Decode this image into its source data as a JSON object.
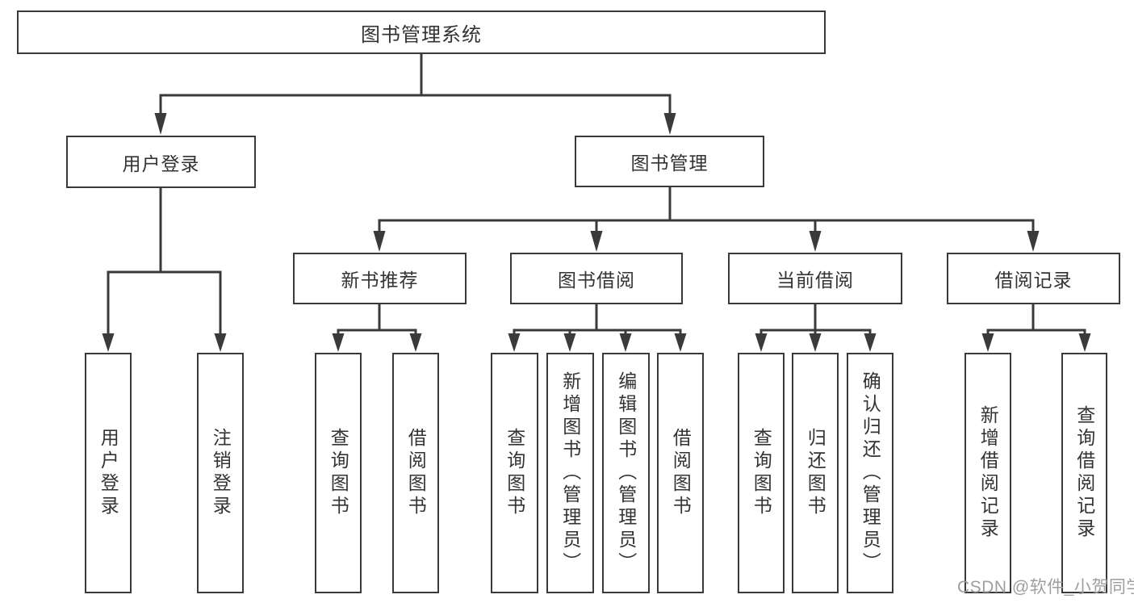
{
  "tree": {
    "label": "图书管理系统",
    "children": [
      {
        "label": "用户登录",
        "children": [
          {
            "label": "用户登录"
          },
          {
            "label": "注销登录"
          }
        ]
      },
      {
        "label": "图书管理",
        "children": [
          {
            "label": "新书推荐",
            "children": [
              {
                "label": "查询图书"
              },
              {
                "label": "借阅图书"
              }
            ]
          },
          {
            "label": "图书借阅",
            "children": [
              {
                "label": "查询图书"
              },
              {
                "label": "新增图书（管理员）"
              },
              {
                "label": "编辑图书（管理员）"
              },
              {
                "label": "借阅图书"
              }
            ]
          },
          {
            "label": "当前借阅",
            "children": [
              {
                "label": "查询图书"
              },
              {
                "label": "归还图书"
              },
              {
                "label": "确认归还（管理员）"
              }
            ]
          },
          {
            "label": "借阅记录",
            "children": [
              {
                "label": "新增借阅记录"
              },
              {
                "label": "查询借阅记录"
              }
            ]
          }
        ]
      }
    ]
  },
  "watermark": "CSDN @软件_小贺同学",
  "colors": {
    "line": "#3a3a3a",
    "box_border": "#3a3a3a",
    "text": "#333333",
    "watermark": "#9e9e9e",
    "background": "#ffffff"
  }
}
